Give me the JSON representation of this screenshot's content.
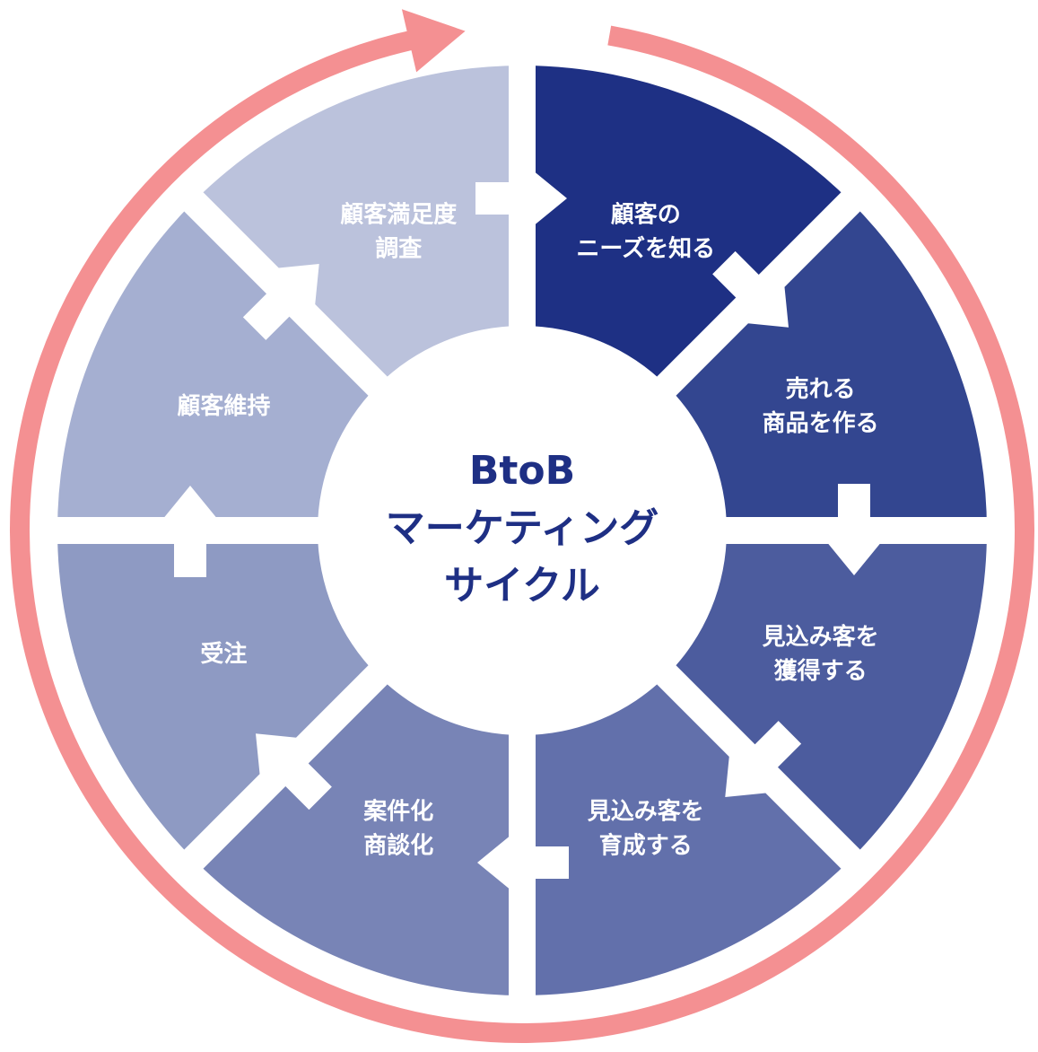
{
  "diagram": {
    "center": {
      "lines": [
        "BtoB",
        "マーケティング",
        "サイクル"
      ]
    },
    "segments": [
      {
        "id": "needs",
        "lines": [
          "顧客の",
          "ニーズを知る"
        ],
        "color": "#1e3084"
      },
      {
        "id": "product",
        "lines": [
          "売れる",
          "商品を作る"
        ],
        "color": "#334690"
      },
      {
        "id": "acquire",
        "lines": [
          "見込み客を",
          "獲得する"
        ],
        "color": "#4c5c9e"
      },
      {
        "id": "nurture",
        "lines": [
          "見込み客を",
          "育成する"
        ],
        "color": "#6270ab"
      },
      {
        "id": "deal",
        "lines": [
          "案件化",
          "商談化"
        ],
        "color": "#7884b6"
      },
      {
        "id": "order",
        "lines": [
          "受注"
        ],
        "color": "#8e9ac3"
      },
      {
        "id": "retain",
        "lines": [
          "顧客維持"
        ],
        "color": "#a5afd1"
      },
      {
        "id": "survey",
        "lines": [
          "顧客満足度",
          "調査"
        ],
        "color": "#bbc2dc"
      }
    ],
    "cycle_ring_color": "#f49092",
    "background_color": "#ffffff",
    "center_text_color": "#1e2f84"
  }
}
